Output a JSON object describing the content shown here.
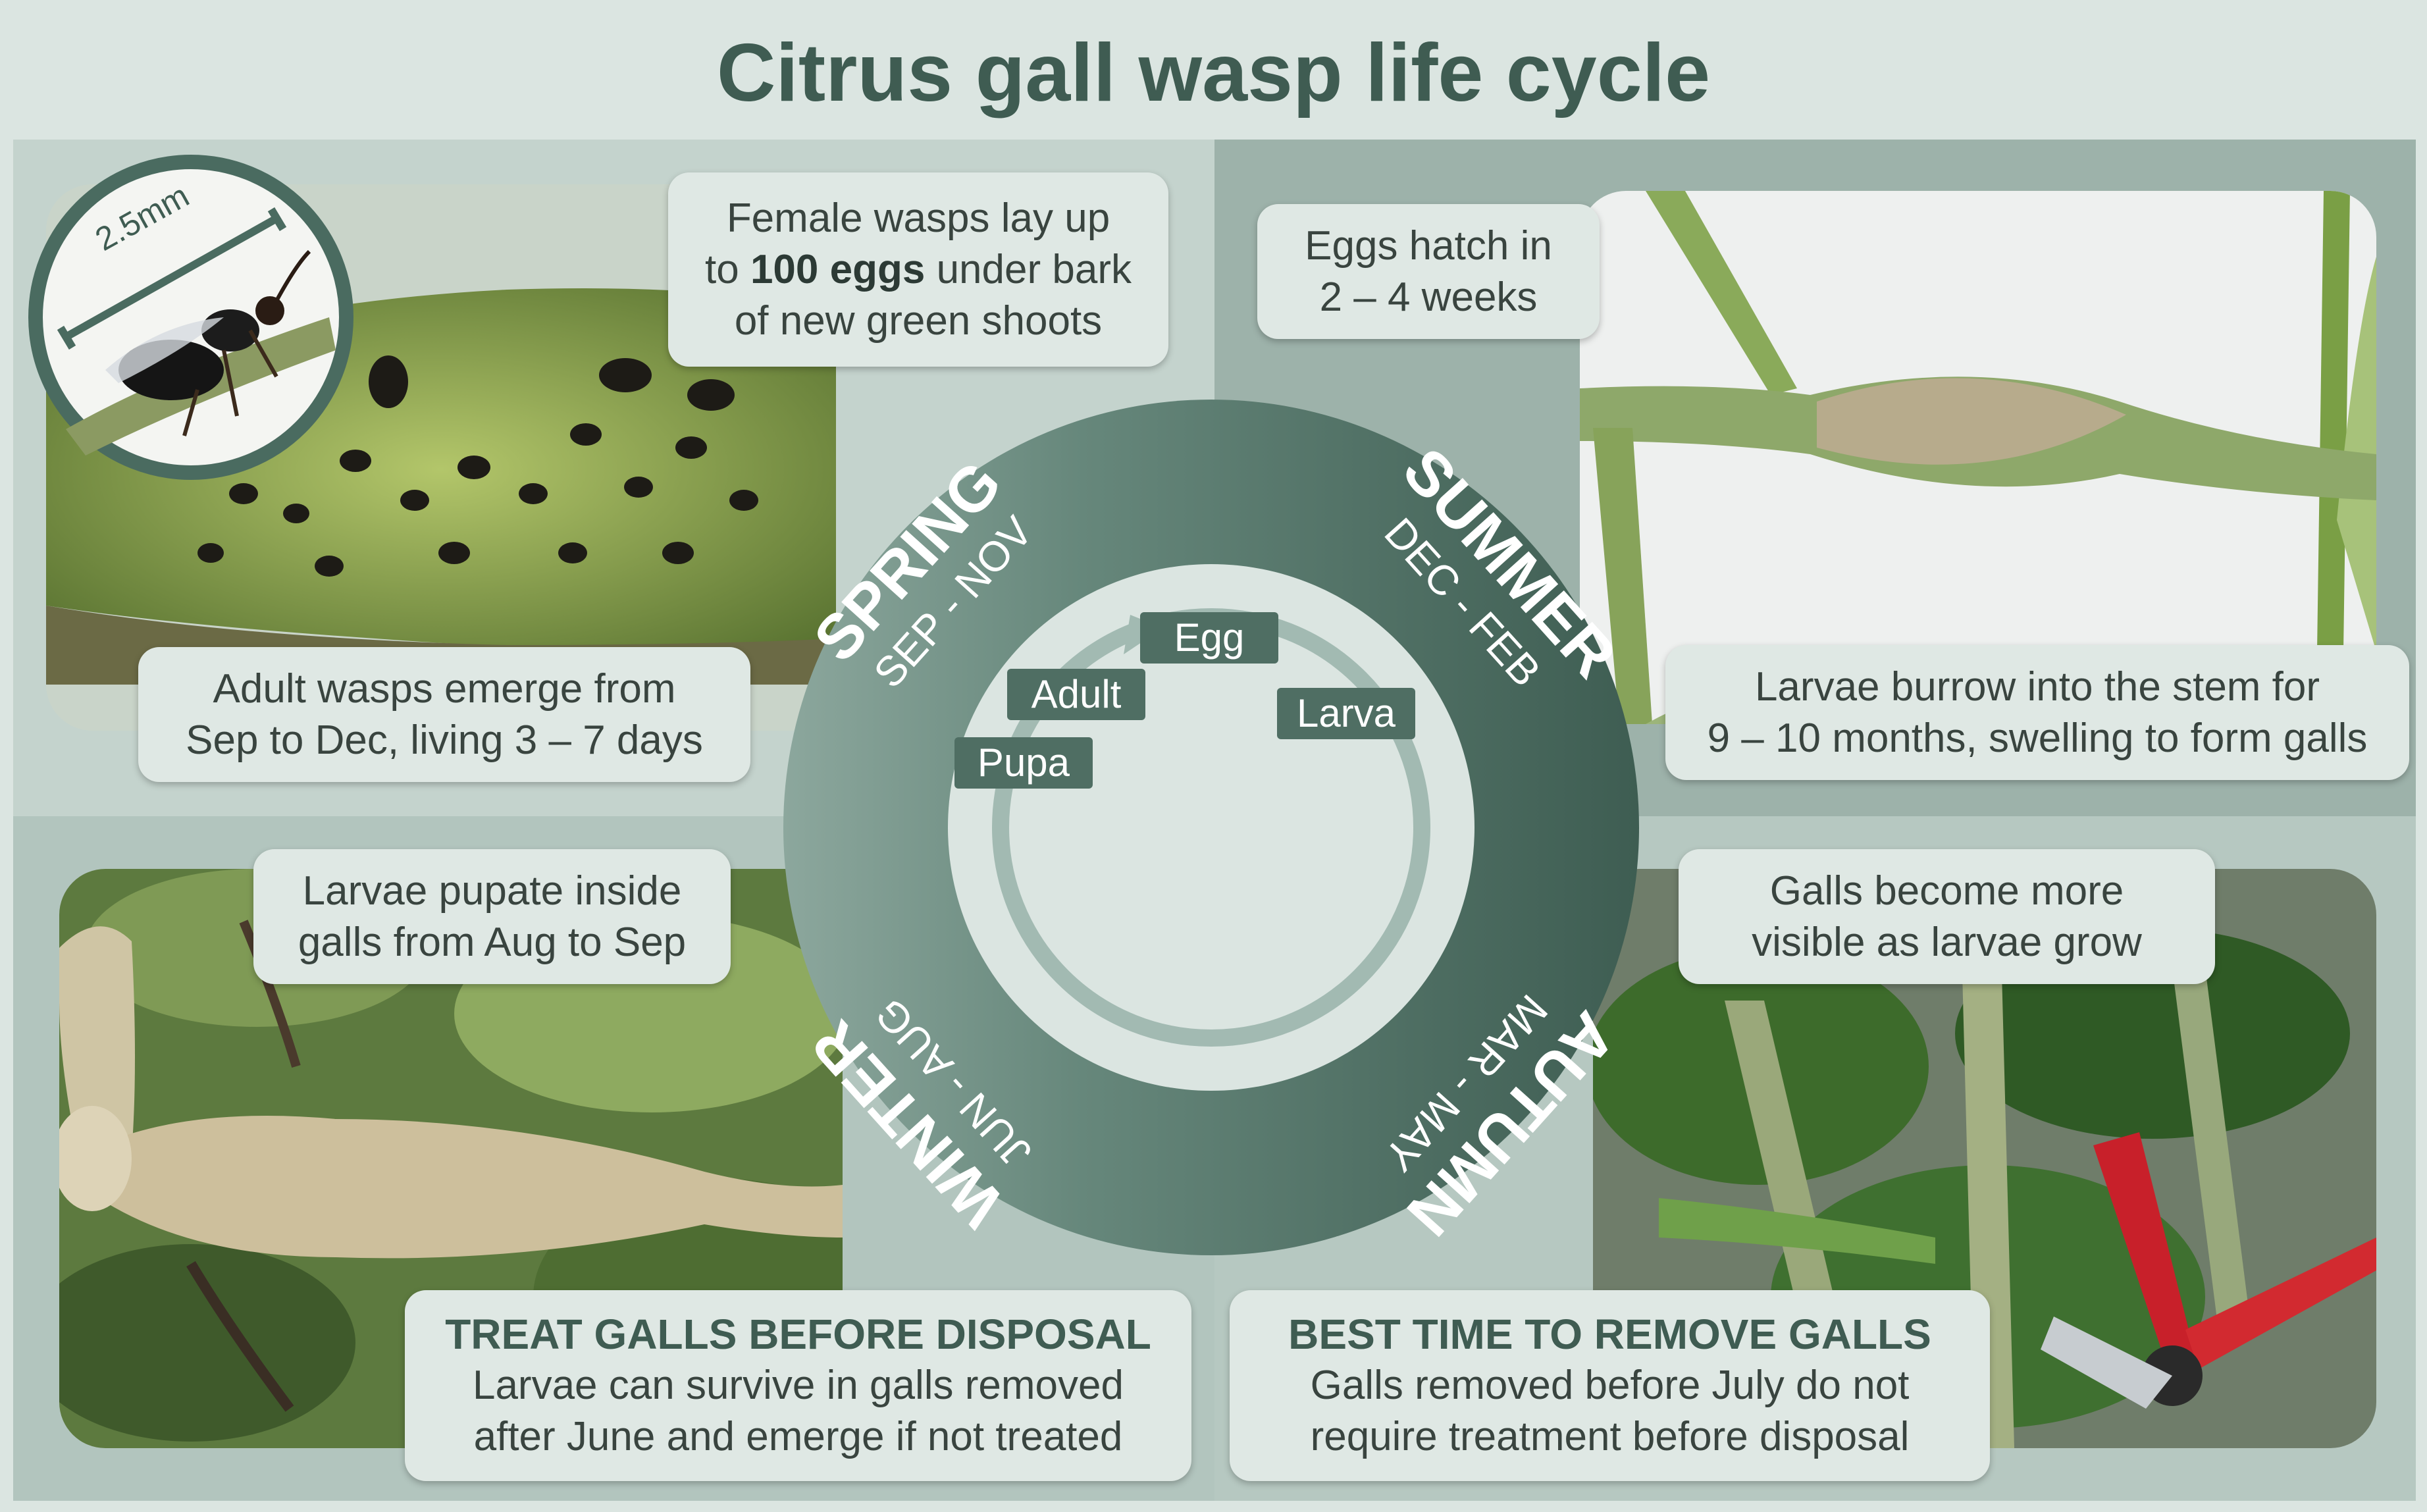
{
  "title": "Citrus gall wasp life cycle",
  "scale_label": "2.5mm",
  "callouts": {
    "eggs_laid": {
      "pre": "Female wasps lay up",
      "line2_pre": "to ",
      "line2_bold": "100 eggs",
      "line2_post": " under bark",
      "line3": "of new green shoots"
    },
    "hatch": {
      "line1": "Eggs hatch in",
      "line2": "2 – 4 weeks"
    },
    "adults": {
      "line1": "Adult wasps emerge from",
      "line2": "Sep to Dec, living 3 – 7 days"
    },
    "burrow": {
      "line1": "Larvae burrow into the stem for",
      "line2": "9 – 10 months, swelling to form galls"
    },
    "pupate": {
      "line1": "Larvae pupate inside",
      "line2": "galls from Aug to Sep"
    },
    "visible": {
      "line1": "Galls become more",
      "line2": "visible as larvae grow"
    },
    "treat": {
      "heading": "TREAT GALLS BEFORE DISPOSAL",
      "line1": "Larvae can survive in galls removed",
      "line2": "after June and emerge if not treated"
    },
    "best_time": {
      "heading": "BEST TIME TO REMOVE GALLS",
      "line1": "Galls removed before July do not",
      "line2": "require treatment before disposal"
    }
  },
  "seasons": {
    "spring": {
      "name": "SPRING",
      "months": "SEP - NOV"
    },
    "summer": {
      "name": "SUMMER",
      "months": "DEC - FEB"
    },
    "autumn": {
      "name": "AUTUMN",
      "months": "MAR - MAY"
    },
    "winter": {
      "name": "WINTER",
      "months": "JUN - AUG"
    }
  },
  "stages": {
    "egg": "Egg",
    "larva": "Larva",
    "pupa": "Pupa",
    "adult": "Adult"
  },
  "colors": {
    "ring_dark": "#4a6b60",
    "ring_light": "#a9c0b8",
    "stage_box": "#4f6e63",
    "title": "#3f5c52",
    "panel": "#c3d3cd"
  }
}
